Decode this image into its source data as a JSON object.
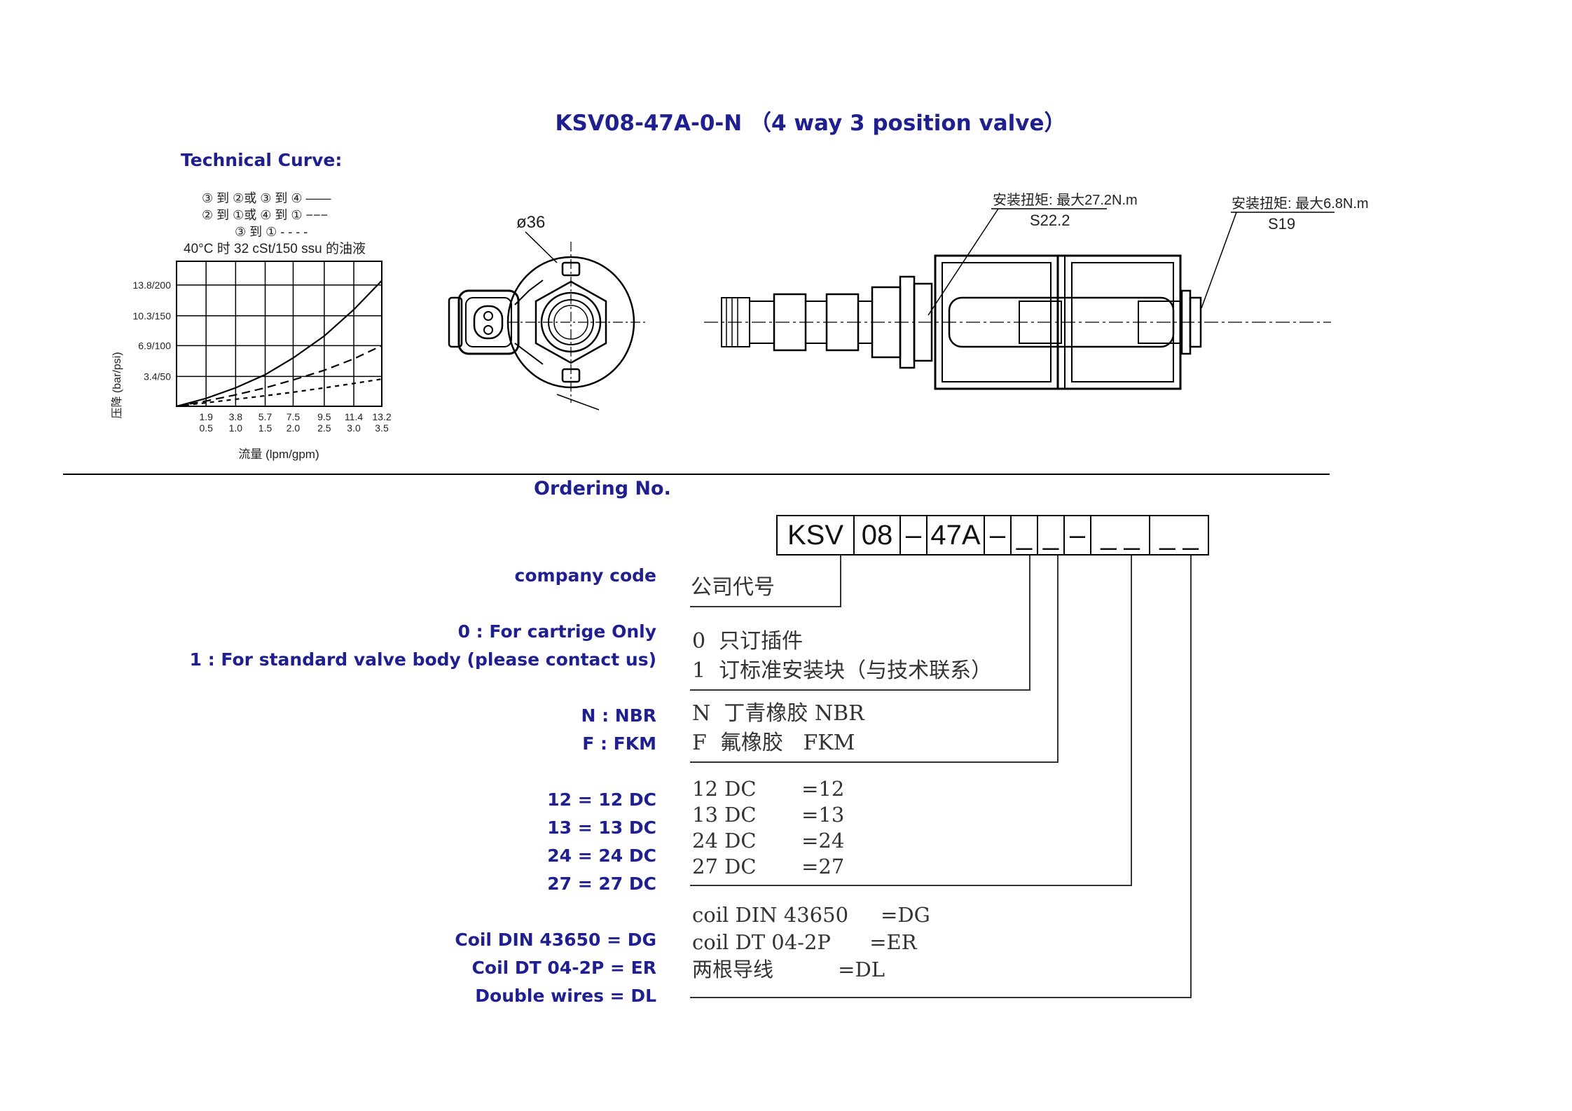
{
  "title": "KSV08-47A-0-N （4 way 3 position valve）",
  "technical_curve_label": "Technical Curve:",
  "chart": {
    "legend": [
      "③ 到 ②或 ③ 到 ④ ——",
      "② 到 ①或 ④ 到 ① −−−",
      "③ 到 ① - - - -"
    ],
    "condition": "40°C 时 32 cSt/150 ssu 的油液",
    "ylabel": "压降 (bar/psi)",
    "xlabel": "流量 (lpm/gpm)",
    "y_ticks": [
      "13.8/200",
      "10.3/150",
      "6.9/100",
      "3.4/50"
    ],
    "x_ticks_top": [
      "1.9",
      "3.8",
      "5.7",
      "7.5",
      "9.5",
      "11.4",
      "13.2"
    ],
    "x_ticks_bottom": [
      "0.5",
      "1.0",
      "1.5",
      "2.0",
      "2.5",
      "3.0",
      "3.5"
    ]
  },
  "chart_data": {
    "type": "line",
    "xlabel": "流量 (lpm/gpm)",
    "ylabel": "压降 (bar/psi)",
    "x": [
      0,
      1.9,
      3.8,
      5.7,
      7.5,
      9.5,
      11.4,
      13.2
    ],
    "xlim": [
      0,
      13.2
    ],
    "ylim": [
      0,
      16.5
    ],
    "series": [
      {
        "name": "③ 到 ②或 ③ 到 ④",
        "style": "solid",
        "values": [
          0,
          0.9,
          2.1,
          3.6,
          5.5,
          8.0,
          11.0,
          14.3
        ]
      },
      {
        "name": "② 到 ①或 ④ 到 ①",
        "style": "dashed",
        "values": [
          0,
          0.6,
          1.3,
          2.1,
          3.0,
          4.1,
          5.4,
          6.9
        ]
      },
      {
        "name": "③ 到 ①",
        "style": "dotted",
        "values": [
          0,
          0.4,
          0.8,
          1.2,
          1.6,
          2.1,
          2.6,
          3.1
        ]
      }
    ]
  },
  "drawing": {
    "diameter_label": "ø36",
    "torque1": "安装扭矩: 最大27.2N.m",
    "wrench1": "S22.2",
    "torque2": "安装扭矩: 最大6.8N.m",
    "wrench2": "S19"
  },
  "ordering": {
    "label": "Ordering No.",
    "code_boxes": [
      "KSV",
      "08",
      "–",
      "47A",
      "–",
      "_",
      "_",
      "–",
      "_ _",
      "_ _"
    ],
    "english_labels": {
      "company": "company code",
      "cartridge": [
        "0 : For cartrige Only",
        "1 : For standard valve body (please contact us)"
      ],
      "seal": [
        "N : NBR",
        "F : FKM"
      ],
      "voltage": [
        "12 = 12 DC",
        "13 = 13 DC",
        "24 = 24 DC",
        "27 = 27 DC"
      ],
      "coil": [
        "Coil DIN 43650 = DG",
        "Coil DT 04-2P = ER",
        "Double wires = DL"
      ]
    },
    "chinese_labels": {
      "company": "公司代号",
      "cartridge": [
        "0  只订插件",
        "1  订标准安装块（与技术联系）"
      ],
      "seal": [
        "N  丁青橡胶 NBR",
        "F  氟橡胶   FKM"
      ],
      "voltage": [
        "12 DC       =12",
        "13 DC       =13",
        "24 DC       =24",
        "27 DC       =27"
      ],
      "coil": [
        "coil DIN 43650     =DG",
        "coil DT 04-2P      =ER",
        "两根导线          =DL"
      ]
    }
  }
}
